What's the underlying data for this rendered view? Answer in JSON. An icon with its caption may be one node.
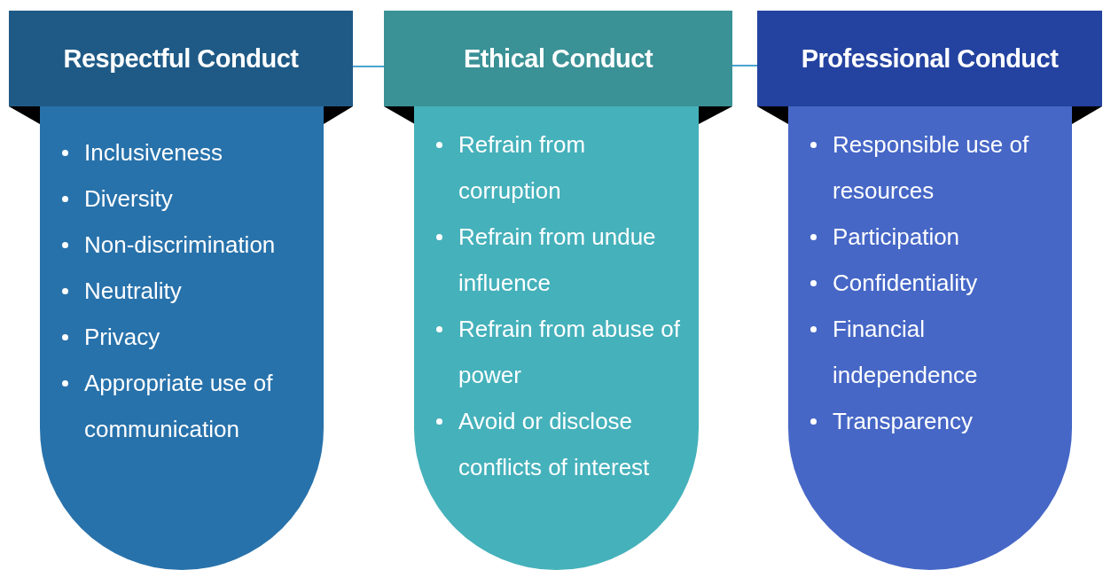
{
  "diagram": {
    "nodes": [
      {
        "text": [
          "Respectful Conduct",
          "Inclusiveness",
          "Diversity",
          "Non-discrimination",
          "Neutrality",
          "Privacy",
          "Appropriate use of communication"
        ]
      },
      {
        "text": [
          "Ethical Conduct",
          "Refrain from corruption",
          "Refrain from undue influence",
          "Refrain from abuse of power",
          "Avoid or disclose conflicts of interest"
        ]
      },
      {
        "text": [
          "Professional Conduct",
          "Responsible use of resources",
          "Participation",
          "Confidentiality",
          "Financial independence",
          "Transparency"
        ]
      }
    ],
    "edges": [
      {
        "from": 0,
        "to": 1,
        "arrow": "none"
      },
      {
        "from": 1,
        "to": 2,
        "arrow": "none"
      }
    ]
  }
}
